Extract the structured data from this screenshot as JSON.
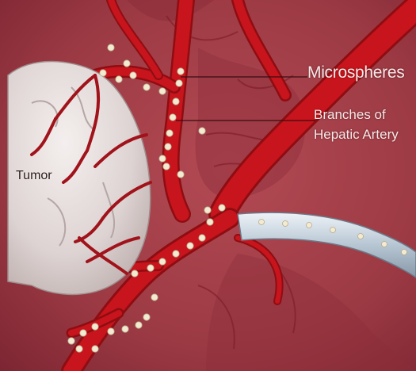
{
  "labels": {
    "microspheres": "Microspheres",
    "branches_line1": "Branches of",
    "branches_line2": "Hepatic Artery",
    "tumor": "Tumor"
  },
  "colors": {
    "background": "#a3404a",
    "background_dark": "#7a2230",
    "artery": "#c8141c",
    "artery_dark": "#8e0d12",
    "tumor": "#e3dad8",
    "catheter": "#c9d6e2",
    "microsphere": "#f3ead2"
  }
}
